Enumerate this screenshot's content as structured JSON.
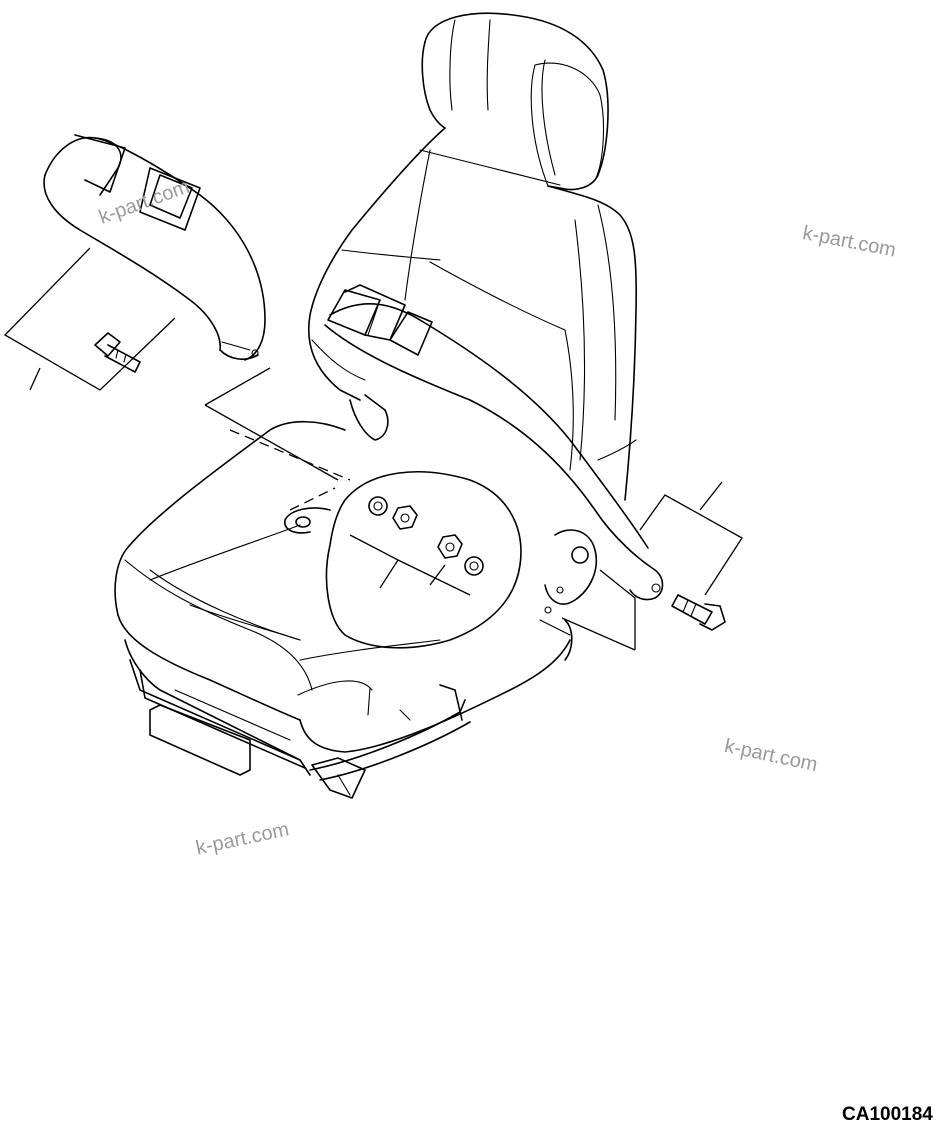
{
  "diagram": {
    "figure_code": "CA100184",
    "watermarks": [
      "k-part.com",
      "k-part.com",
      "k-part.com",
      "k-part.com"
    ],
    "parts": [
      "armrest",
      "bolt",
      "seat",
      "seat-belt",
      "washer",
      "nut"
    ]
  }
}
